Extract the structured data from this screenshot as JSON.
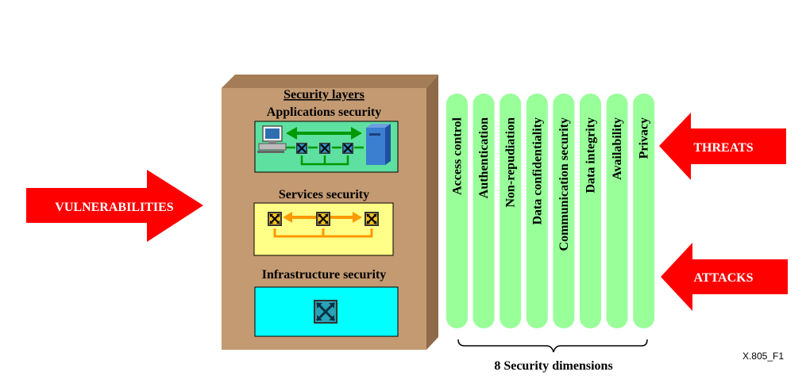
{
  "left_arrow": {
    "label": "VULNERABILITIES"
  },
  "right_arrows": [
    {
      "label": "THREATS"
    },
    {
      "label": "ATTACKS"
    }
  ],
  "security_layers": {
    "heading": "Security layers",
    "layers": [
      {
        "label": "Applications security",
        "icons": [
          "pc-icon",
          "router-icon",
          "router-icon",
          "router-icon",
          "server-icon"
        ]
      },
      {
        "label": "Services security",
        "icons": [
          "router-icon",
          "router-icon",
          "router-icon"
        ]
      },
      {
        "label": "Infrastructure security",
        "icons": [
          "router-icon"
        ]
      }
    ]
  },
  "dimensions": {
    "items": [
      "Access control",
      "Authentication",
      "Non-repudiation",
      "Data confidentiality",
      "Communication security",
      "Data integrity",
      "Availability",
      "Privacy"
    ],
    "caption": "8 Security dimensions"
  },
  "figure_id": "X.805_F1",
  "colors": {
    "arrow_red": "#ff0000",
    "box_tan": "#c49a72",
    "box_tan_top": "#a47c57",
    "box_tan_side": "#8f6a48",
    "app_green": "#5ee0a0",
    "svc_yellow": "#ffff88",
    "infra_cyan": "#00ffff",
    "pillar_green": "#99ff99",
    "link_green": "#009900",
    "link_orange": "#ff9900"
  }
}
